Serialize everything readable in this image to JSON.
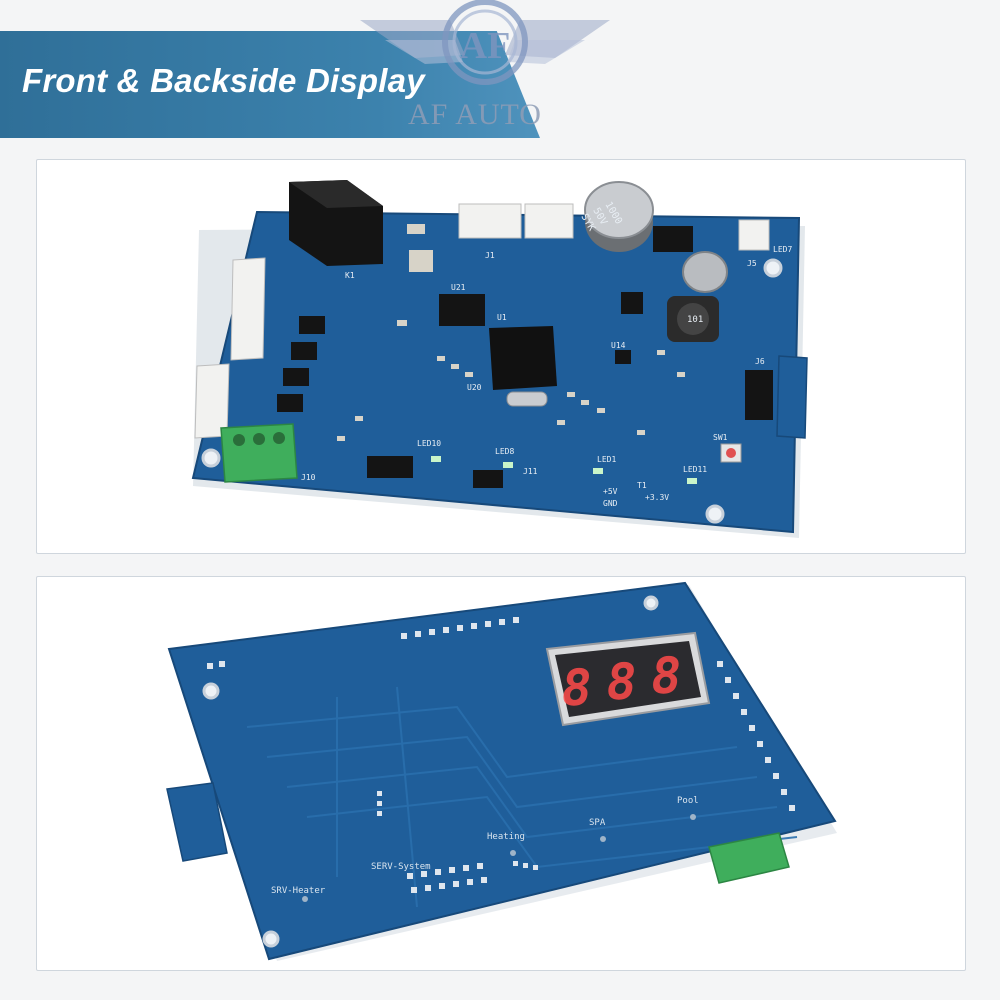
{
  "banner": {
    "title": "Front & Backside Display",
    "logo_monogram": "AF",
    "logo_text": "AF AUTO"
  },
  "front_board": {
    "cap_label_1": "1000",
    "cap_label_2": "50V",
    "cap_label_3": "SYK",
    "inductor_label": "101",
    "led_labels": [
      "LED10",
      "LED8",
      "LED1",
      "LED11",
      "LED7"
    ],
    "connector_labels": [
      "J10",
      "J11",
      "J1",
      "J5",
      "J6",
      "K1"
    ],
    "chip_labels": [
      "U21",
      "U1",
      "U20",
      "U14",
      "SW1"
    ],
    "power_labels": [
      "+5V",
      "GND",
      "+3.3V",
      "T1"
    ]
  },
  "back_board": {
    "display_digits": [
      "8",
      "8",
      "8"
    ],
    "labels": {
      "srv_heater": "SRV-Heater",
      "serv_system": "SERV-System",
      "heating": "Heating",
      "spa": "SPA",
      "pool": "Pool"
    }
  },
  "colors": {
    "banner": "#3a7fab",
    "pcb": "#1f5e9a",
    "terminal": "#3fae5c",
    "display_segment": "#ff4a4a"
  }
}
